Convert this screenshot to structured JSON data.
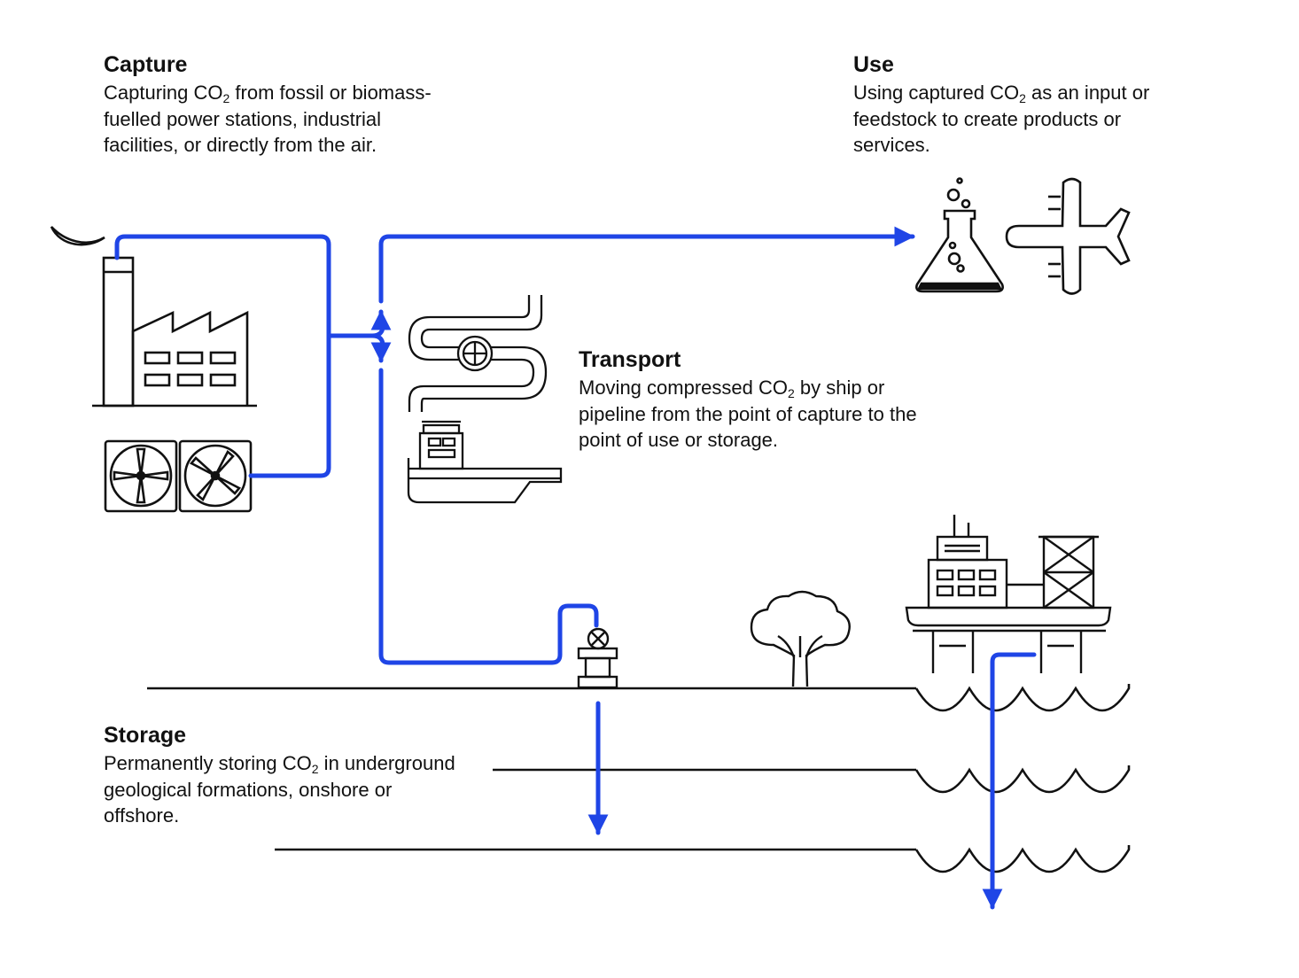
{
  "capture": {
    "title": "Capture",
    "desc_a": "Capturing CO",
    "desc_sub": "2",
    "desc_b": " from fossil or biomass-fuelled power stations, industrial facilities, or directly from the air."
  },
  "use": {
    "title": "Use",
    "desc_a": "Using captured CO",
    "desc_sub": "2",
    "desc_b": " as an input or feedstock to create products or services."
  },
  "transport": {
    "title": "Transport",
    "desc_a": "Moving compressed CO",
    "desc_sub": "2",
    "desc_b": " by ship or pipeline from the point of capture to the point of use or storage."
  },
  "storage": {
    "title": "Storage",
    "desc_a": "Permanently storing CO",
    "desc_sub": "2",
    "desc_b": " in underground geological formations, onshore or offshore."
  },
  "colors": {
    "flow": "#1f45e6",
    "ink": "#111111"
  },
  "icons": [
    "factory-icon",
    "fan-icon",
    "pipeline-icon",
    "ship-icon",
    "flask-icon",
    "airplane-icon",
    "injection-wellhead-icon",
    "tree-icon",
    "offshore-platform-icon"
  ]
}
